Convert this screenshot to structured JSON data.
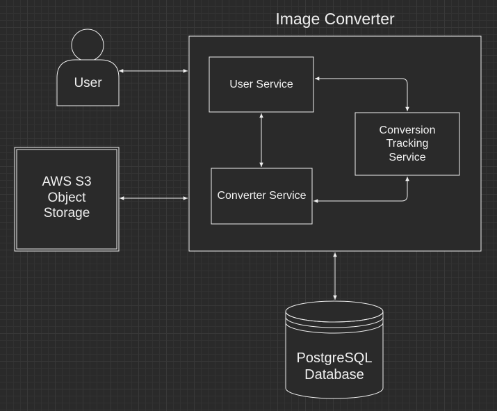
{
  "title": "Image Converter",
  "nodes": {
    "user": "User",
    "s3": "AWS S3\nObject\nStorage",
    "user_service": "User Service",
    "conversion_tracking": "Conversion\nTracking\nService",
    "converter_service": "Converter Service",
    "postgres": "PostgreSQL\nDatabase"
  },
  "colors": {
    "background": "#2a2a2a",
    "node_fill": "#2a2a2a",
    "stroke": "#f0f0f0",
    "text": "#f0f0f0"
  }
}
